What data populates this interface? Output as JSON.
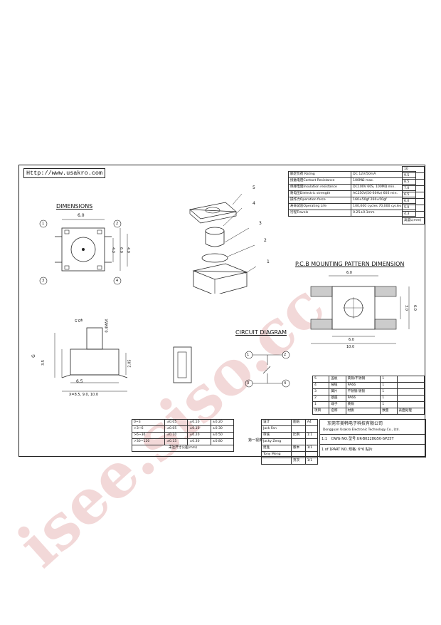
{
  "watermark": {
    "text": "isee.siso.cc",
    "color": "#e8b9b9"
  },
  "header_url": "Http://www.usakro.com",
  "dimensions": {
    "title": "DIMENSIONS",
    "top_width": "6.0",
    "side_a": "4.3",
    "side_b": "6.0",
    "side_c": "4.0",
    "pins": [
      "1",
      "2",
      "3",
      "4"
    ],
    "profile_g": "G",
    "profile_35": "3.5",
    "profile_phi": "φ3.5",
    "profile_max": "0.4MAX",
    "profile_base": "6.5",
    "profile_205": "2.05",
    "x_label": "X=8.5, 9.0, 10.0"
  },
  "exploded": {
    "labels": [
      "5",
      "4",
      "3",
      "2",
      "1"
    ]
  },
  "circuit": {
    "title": "CIRCUIT DIAGRAM",
    "pins": [
      "1",
      "2",
      "3",
      "4"
    ]
  },
  "pcb": {
    "title": "P.C.B MOUNTING PATTERN DIMENSION",
    "dims": [
      "6.0",
      "10.0",
      "3.0",
      "6.0"
    ]
  },
  "specs": [
    [
      "额定负荷 Rating",
      "DC 12V/50mA"
    ],
    [
      "接触电阻Contact Resistance",
      "100MΩ max."
    ],
    [
      "绝缘电阻Insulation resistance",
      "DC100V 60S, 100MΩ min."
    ],
    [
      "耐电压Dielectric strength",
      "AC250V(50-60Hz) 60S min."
    ],
    [
      "操作力Operation force",
      "160±50gf        260±50gf"
    ],
    [
      "寿命试验Operating Life",
      "100,000 cycles   70,000 cycles"
    ],
    [
      "行程Travels",
      "0.25±0.1mm"
    ]
  ],
  "height_table": {
    "values": [
      "10",
      "9.5",
      "8.5",
      "7.0",
      "6.5",
      "6.0",
      "5.0",
      "4.3"
    ],
    "footer": "高度L(mm)"
  },
  "bom": {
    "rows": [
      [
        "5",
        "盖板",
        "黄铜/不锈钢",
        "1"
      ],
      [
        "4",
        "按钮",
        "PA66",
        "1"
      ],
      [
        "3",
        "簧片",
        "不锈钢 镀银",
        "1"
      ],
      [
        "2",
        "基座",
        "PA66",
        "1"
      ],
      [
        "1",
        "端子",
        "黄铜",
        "1"
      ]
    ],
    "header": [
      "项目",
      "名称",
      "材质",
      "数量",
      "表面处理"
    ]
  },
  "tolerance": {
    "rows": [
      [
        "0~3",
        "±0.05",
        "±0.10",
        "±0.20"
      ],
      [
        ">3~6",
        "±0.05",
        "±0.10",
        "±0.30"
      ],
      [
        ">6~30",
        "±0.10",
        "±0.20",
        "±0.50"
      ],
      [
        ">30~120",
        "±0.15",
        "±0.30",
        "±0.80"
      ]
    ],
    "footer": "未注尺寸公差(mm)",
    "projection": "第一视角"
  },
  "signoff": {
    "roles": [
      "设计",
      "审核",
      "批准"
    ],
    "names": [
      "Jack Fan",
      "Jacky Zeng",
      "Tony Meng"
    ],
    "labels": [
      "图纸",
      "比例",
      "版本",
      "页次"
    ],
    "values": [
      "A4",
      "1:1",
      "1/1",
      "1/1"
    ]
  },
  "company": {
    "cn": "东莞市美韩电子科技有限公司",
    "en": "Dongguan Usakro Electronic Technology Co., Ltd.",
    "dwg_label": "DWG NO.",
    "dwg_no": "型号:UK-B0228G50-SP25T",
    "part_label": "PART NO.",
    "part_no": "规格: 6*6 贴片",
    "scale": "1:1",
    "sheet": "1 of 1"
  }
}
